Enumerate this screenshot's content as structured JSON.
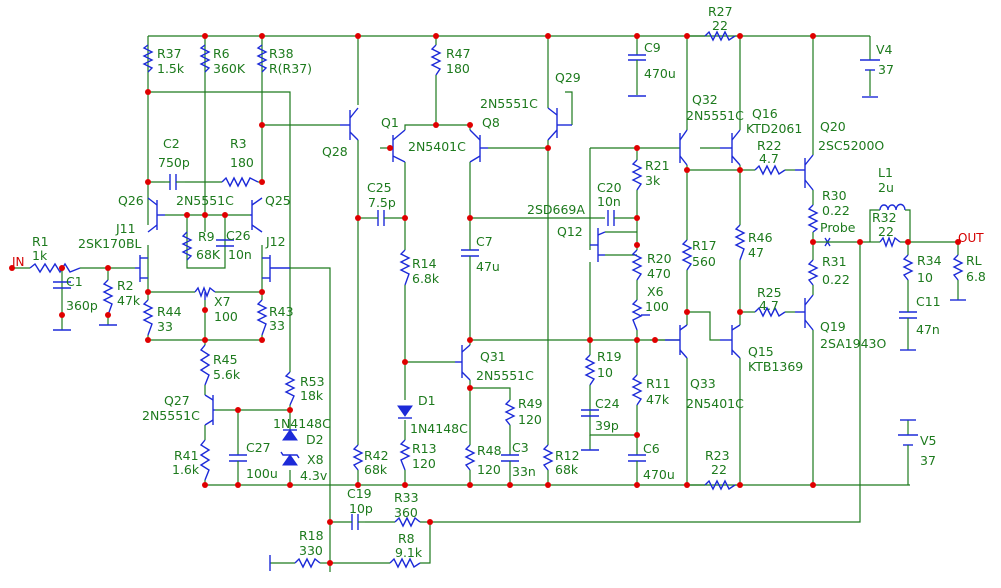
{
  "schematic": {
    "labels": {
      "R27": "R27",
      "R27_v": "22",
      "R37": "R37",
      "R37_v": "1.5k",
      "R6": "R6",
      "R6_v": "360K",
      "R38": "R38",
      "R38_v": "R(R37)",
      "R47": "R47",
      "R47_v": "180",
      "C9": "C9",
      "C9_v": "470u",
      "V4": "V4",
      "V4_v": "37",
      "Q29": "Q29",
      "Q29_t": "2N5551C",
      "Q32": "Q32",
      "Q32_t": "2N5551C",
      "Q16": "Q16",
      "Q16_t": "KTD2061",
      "Q20": "Q20",
      "Q20_t": "2SC5200O",
      "Q1": "Q1",
      "Q1_t": "2N5401C",
      "Q8": "Q8",
      "Q28": "Q28",
      "C2": "C2",
      "C2_v": "750p",
      "R3": "R3",
      "R3_v": "180",
      "R21": "R21",
      "R21_v": "3k",
      "R22": "R22",
      "R22_v": "4.7",
      "Q26": "Q26",
      "Q26_t": "2N5551C",
      "Q25": "Q25",
      "C25": "C25",
      "C25_v": "7.5p",
      "C20": "C20",
      "C20_v": "10n",
      "Q12": "Q12",
      "Q12_t": "2SD669A",
      "R30": "R30",
      "R30_v": "0.22",
      "L1": "L1",
      "L1_v": "2u",
      "R32": "R32",
      "R32_v": "22",
      "probe": "Probe",
      "J11": "J11",
      "J11_t": "2SK170BL",
      "R9": "R9",
      "R9_v": "68K",
      "C26": "C26",
      "C26_v": "10n",
      "J12": "J12",
      "C7": "C7",
      "C7_v": "47u",
      "R17": "R17",
      "R17_v": "560",
      "R46": "R46",
      "R46_v": "47",
      "out": "OUT",
      "R1": "R1",
      "R1_v": "1k",
      "in": "IN",
      "C1": "C1",
      "C1_v": "360p",
      "R2": "R2",
      "R2_v": "47k",
      "R14": "R14",
      "R14_v": "6.8k",
      "R20": "R20",
      "R20_v": "470",
      "R31": "R31",
      "R31_v": "0.22",
      "R34": "R34",
      "R34_v": "10",
      "RL": "RL",
      "RL_v": "6.8",
      "X7": "X7",
      "X7_v": "100",
      "X6": "X6",
      "X6_v": "100",
      "R44": "R44",
      "R44_v": "33",
      "R43": "R43",
      "R43_v": "33",
      "R25": "R25",
      "R25_v": "4.7",
      "C11": "C11",
      "C11_v": "47n",
      "Q19": "Q19",
      "Q19_t": "2SA1943O",
      "R45": "R45",
      "R45_v": "5.6k",
      "Q31": "Q31",
      "Q31_t": "2N5551C",
      "R19": "R19",
      "R19_v": "10",
      "Q15": "Q15",
      "Q15_t": "KTB1369",
      "R53": "R53",
      "R53_v": "18k",
      "R11": "R11",
      "R11_v": "47k",
      "Q27": "Q27",
      "Q27_t": "2N5551C",
      "D1": "D1",
      "D1_t": "1N4148C",
      "R49": "R49",
      "R49_v": "120",
      "C24": "C24",
      "C24_v": "39p",
      "Q33": "Q33",
      "Q33_t": "2N5401C",
      "D2": "D2",
      "D2_t": "1N4148C",
      "V5": "V5",
      "V5_v": "37",
      "X8": "X8",
      "X8_v": "4.3v",
      "R41": "R41",
      "R41_v": "1.6k",
      "C27": "C27",
      "C27_v": "100u",
      "R42": "R42",
      "R42_v": "68k",
      "R13": "R13",
      "R13_v": "120",
      "R48": "R48",
      "R48_v": "120",
      "C3": "C3",
      "C3_v": "33n",
      "R12": "R12",
      "R12_v": "68k",
      "C6": "C6",
      "C6_v": "470u",
      "R23": "R23",
      "R23_v": "22",
      "C19": "C19",
      "C19_v": "10p",
      "R33": "R33",
      "R33_v": "360",
      "R18": "R18",
      "R18_v": "330",
      "R8": "R8",
      "R8_v": "9.1k"
    }
  }
}
